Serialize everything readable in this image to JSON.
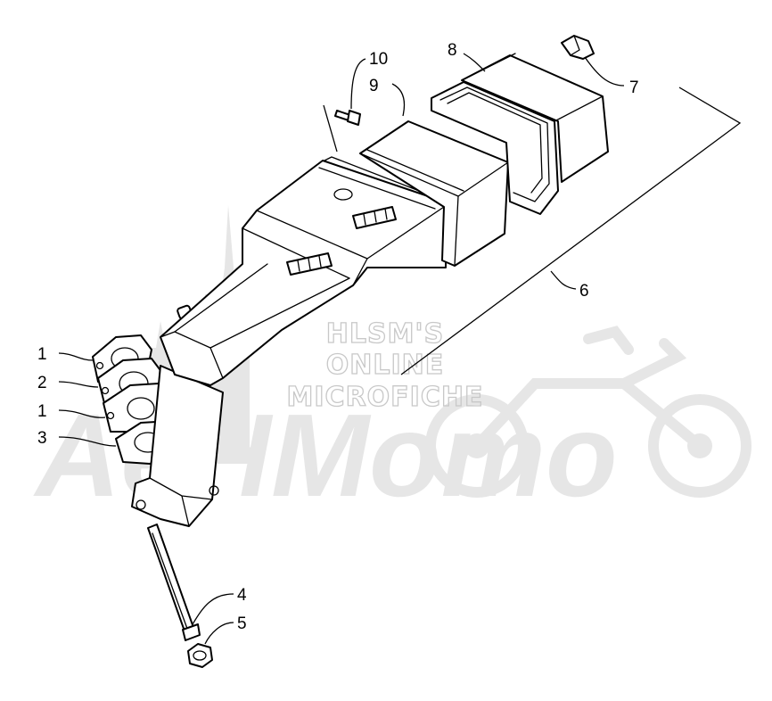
{
  "watermark": {
    "lines": [
      "HLSM'S",
      "ONLINE",
      "MICROFICHE"
    ],
    "brand": "AeHMomo"
  },
  "callouts": [
    {
      "id": "c1a",
      "label": "1"
    },
    {
      "id": "c2",
      "label": "2"
    },
    {
      "id": "c1b",
      "label": "1"
    },
    {
      "id": "c3",
      "label": "3"
    },
    {
      "id": "c4",
      "label": "4"
    },
    {
      "id": "c5",
      "label": "5"
    },
    {
      "id": "c6",
      "label": "6"
    },
    {
      "id": "c7",
      "label": "7"
    },
    {
      "id": "c8",
      "label": "8"
    },
    {
      "id": "c9",
      "label": "9"
    },
    {
      "id": "c10",
      "label": "10"
    }
  ]
}
